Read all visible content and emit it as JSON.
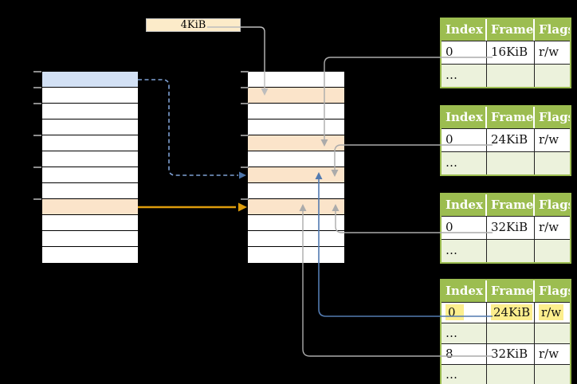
{
  "size_label": {
    "text": "4KiB"
  },
  "memory_columns": {
    "left": {
      "name": "virtual-memory-column",
      "rows": [
        "blue",
        "white",
        "white",
        "white",
        "white",
        "white",
        "white",
        "white",
        "orange",
        "white",
        "white",
        "white"
      ]
    },
    "middle": {
      "name": "physical-memory-column",
      "rows": [
        "white",
        "orange",
        "white",
        "white",
        "orange",
        "white",
        "orange",
        "white",
        "orange",
        "white",
        "white",
        "white"
      ]
    },
    "tick_boundary_rows": [
      0,
      1,
      2,
      4,
      6,
      8
    ]
  },
  "page_tables": {
    "headers": [
      "Index",
      "Frame",
      "Flags"
    ],
    "tables": [
      {
        "id": "page-table-1",
        "rows": [
          {
            "cells": [
              "0",
              "16KiB",
              "r/w"
            ],
            "shaded": false,
            "highlight": false
          },
          {
            "cells": [
              "…",
              "",
              ""
            ],
            "shaded": true,
            "highlight": false
          }
        ]
      },
      {
        "id": "page-table-2",
        "rows": [
          {
            "cells": [
              "0",
              "24KiB",
              "r/w"
            ],
            "shaded": false,
            "highlight": false
          },
          {
            "cells": [
              "…",
              "",
              ""
            ],
            "shaded": true,
            "highlight": false
          }
        ]
      },
      {
        "id": "page-table-3",
        "rows": [
          {
            "cells": [
              "0",
              "32KiB",
              "r/w"
            ],
            "shaded": false,
            "highlight": false
          },
          {
            "cells": [
              "…",
              "",
              ""
            ],
            "shaded": true,
            "highlight": false
          }
        ]
      },
      {
        "id": "page-table-4",
        "rows": [
          {
            "cells": [
              "0",
              "24KiB",
              "r/w"
            ],
            "shaded": false,
            "highlight": true
          },
          {
            "cells": [
              "…",
              "",
              ""
            ],
            "shaded": true,
            "highlight": false
          },
          {
            "cells": [
              "8",
              "32KiB",
              "r/w"
            ],
            "shaded": false,
            "highlight": false
          },
          {
            "cells": [
              "…",
              "",
              ""
            ],
            "shaded": true,
            "highlight": false
          }
        ]
      }
    ]
  },
  "arrows": [
    {
      "id": "size-to-frame",
      "from": "size-label",
      "to": "physical-row-2",
      "style": "solid",
      "head": "down",
      "color": "#BDBDBD",
      "width": 1.4
    },
    {
      "id": "pt1-frame-16kib",
      "from": "page-table-1-frame-16KiB",
      "to": "physical-row-5",
      "style": "solid",
      "head": "down",
      "color": "#ABABAB",
      "width": 1.4
    },
    {
      "id": "pt2-frame-24kib",
      "from": "page-table-2-frame-24KiB",
      "to": "physical-row-7",
      "style": "solid",
      "head": "down",
      "color": "#ABABAB",
      "width": 1.4
    },
    {
      "id": "pt3-frame-32kib",
      "from": "page-table-3-frame-32KiB",
      "to": "physical-row-9",
      "style": "solid",
      "head": "up",
      "color": "#ABABAB",
      "width": 1.4
    },
    {
      "id": "pt4-frame-24kib",
      "from": "page-table-4-frame-24KiB",
      "to": "physical-row-7",
      "style": "solid",
      "head": "up",
      "color": "#527AB0",
      "width": 1.6
    },
    {
      "id": "pt4-frame-32kib",
      "from": "page-table-4-frame-32KiB",
      "to": "physical-row-9",
      "style": "solid",
      "head": "up",
      "color": "#ABABAB",
      "width": 1.4
    },
    {
      "id": "virtual-page-1",
      "from": "virtual-row-1",
      "to": "physical-row-7",
      "style": "dashed",
      "head": "right",
      "color": "#7D9FD3",
      "width": 1.6
    },
    {
      "id": "virtual-page-9",
      "from": "virtual-row-9",
      "to": "physical-row-9",
      "style": "solid",
      "head": "right",
      "color": "#DD9C0C",
      "width": 2.6
    }
  ],
  "colors": {
    "background": "#000000",
    "row_white": "#FFFFFF",
    "row_blue": "#D3E1F5",
    "row_orange": "#FBE4CA",
    "table_header_bg": "#9CBD50",
    "table_header_text": "#FFFFFF",
    "table_row_alt": "#ECF2DC",
    "table_border": "#9CBD50",
    "highlight_yellow": "#FCEE8D",
    "label_box_fill": "#FCEBC9",
    "label_box_border": "#BFBFBF",
    "tick_gray": "#8C8C8C"
  }
}
